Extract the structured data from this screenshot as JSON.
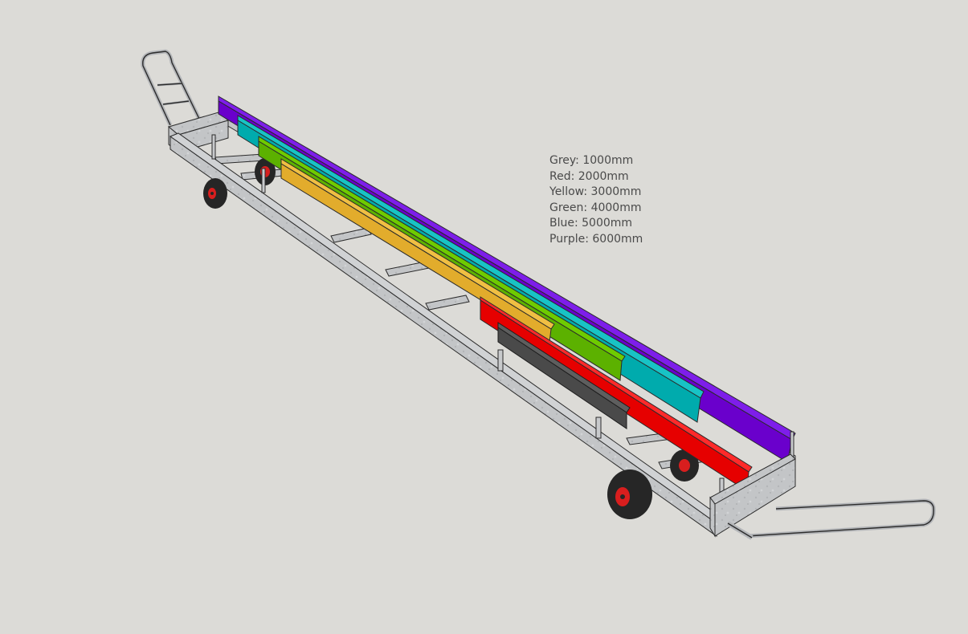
{
  "legend": [
    {
      "label": "Grey: 1000mm",
      "color": "#4a4a4a"
    },
    {
      "label": "Red: 2000mm",
      "color": "#e60000"
    },
    {
      "label": "Yellow: 3000mm",
      "color": "#e2ac2c"
    },
    {
      "label": "Green: 4000mm",
      "color": "#5cb100"
    },
    {
      "label": "Blue: 5000mm",
      "color": "#00abad"
    },
    {
      "label": "Purple: 6000mm",
      "color": "#6a00cc"
    }
  ],
  "colors": {
    "background": "#dcdbd7",
    "steel": "#c4c6c8",
    "steel_dark": "#9fa2a5",
    "edge": "#2b2b2b",
    "tire": "#262626",
    "hub": "#d81e1e"
  },
  "icons": [
    "trolley-frame",
    "wheel",
    "handle-bar"
  ]
}
